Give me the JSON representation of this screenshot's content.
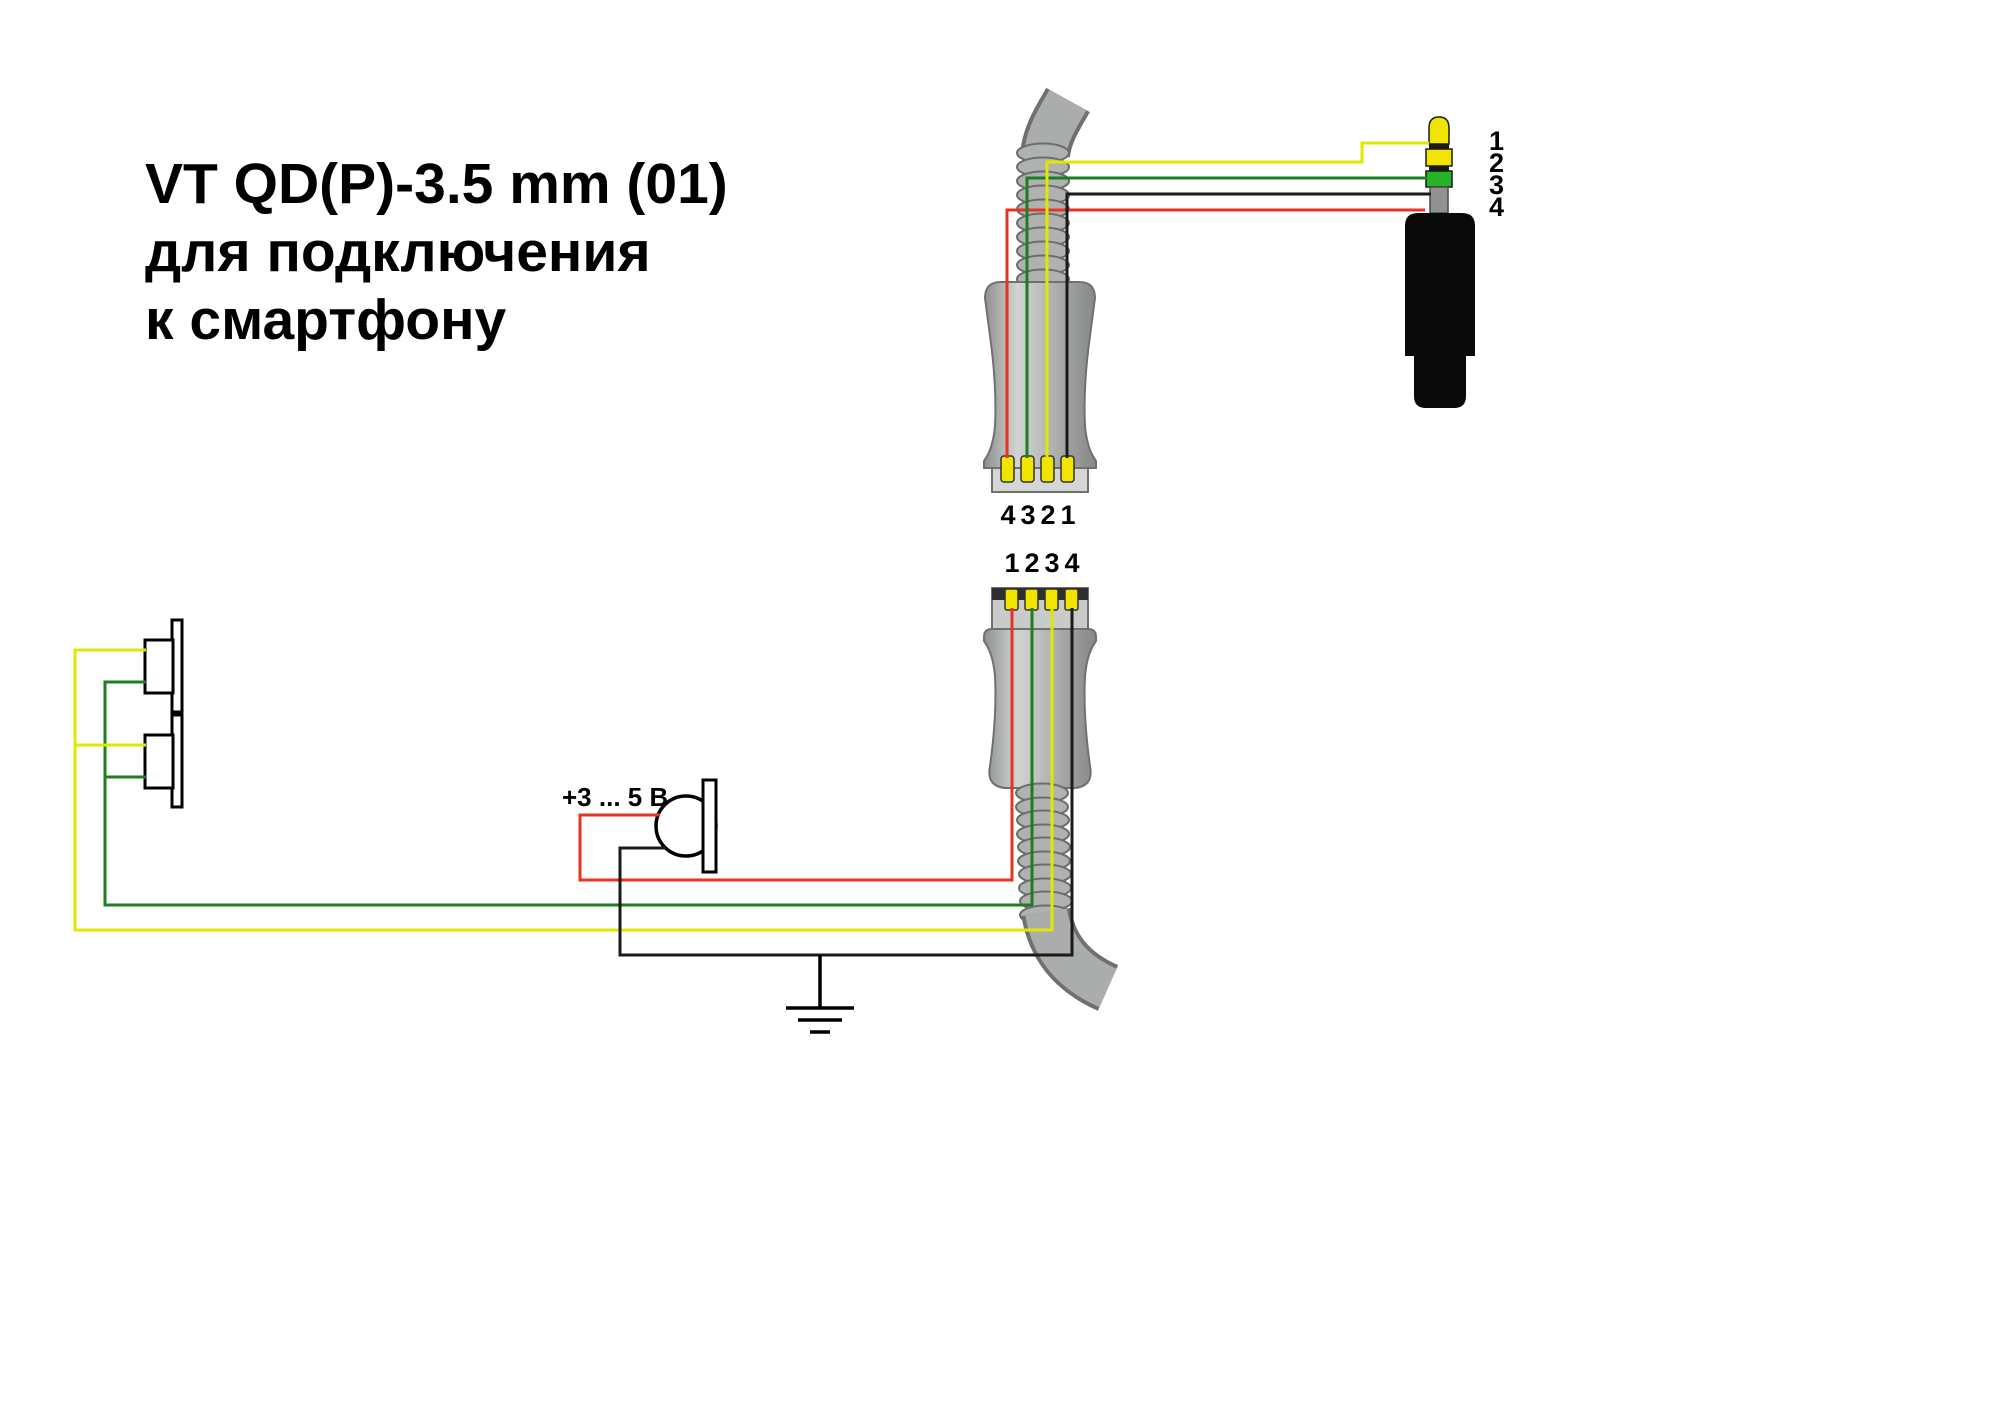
{
  "title": {
    "line1": "VT QD(P)-3.5 mm (01)",
    "line2": "для подключения",
    "line3": "к смартфону"
  },
  "pins": {
    "top_connector": [
      "4",
      "3",
      "2",
      "1"
    ],
    "bottom_connector": [
      "1",
      "2",
      "3",
      "4"
    ],
    "jack": [
      "1",
      "2",
      "3",
      "4"
    ]
  },
  "mic": {
    "voltage_label": "+3 ... 5 В"
  },
  "colors": {
    "wire_red": "#e63323",
    "wire_green": "#1e7d22",
    "wire_yellow": "#e0e800",
    "wire_black": "#1a1a1a",
    "contact_yellow": "#f1e400",
    "jack_ring_green": "#25b425",
    "jack_body_black": "#0a0a0a",
    "connector_gray": "#b4b6b5"
  }
}
